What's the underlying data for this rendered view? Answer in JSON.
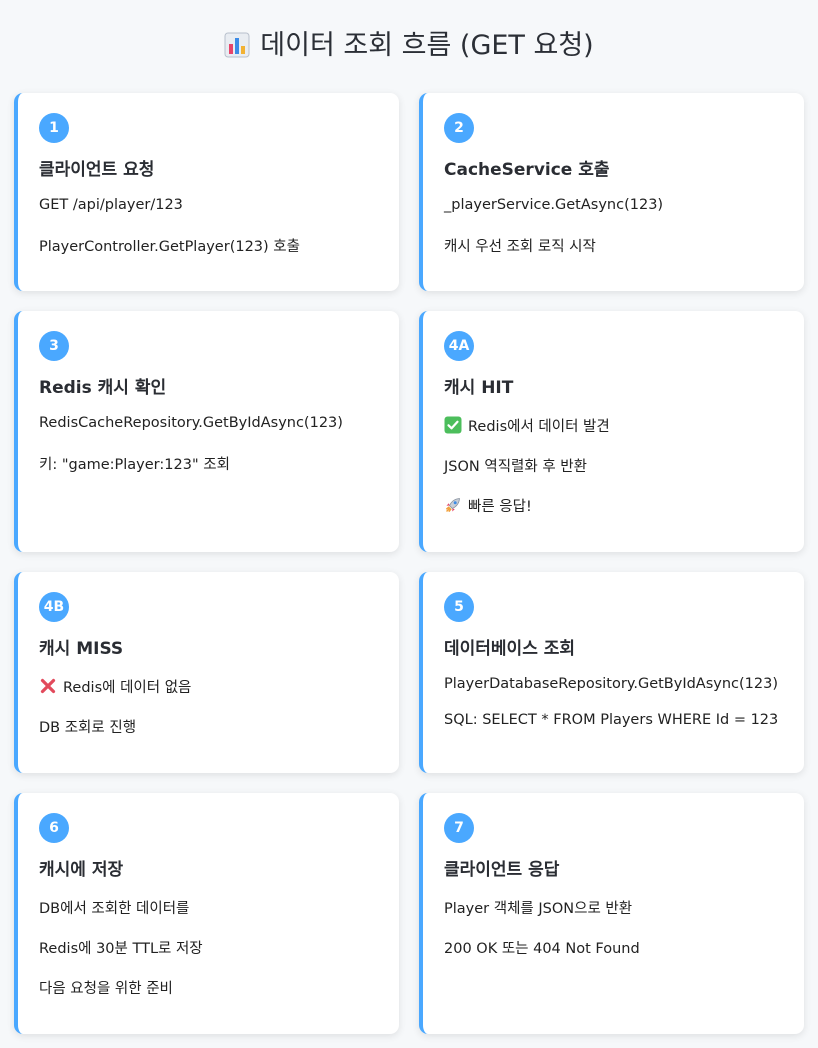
{
  "page": {
    "title": "데이터 조회 흐름 (GET 요청)",
    "title_icon": "bar-chart-icon"
  },
  "colors": {
    "accent": "#4aa8ff",
    "background": "#f6f8fa",
    "card": "#ffffff"
  },
  "steps": [
    {
      "badge": "1",
      "title": "클라이언트 요청",
      "lines": [
        "GET /api/player/123",
        "PlayerController.GetPlayer(123) 호출"
      ]
    },
    {
      "badge": "2",
      "title": "CacheService 호출",
      "lines": [
        "_playerService.GetAsync(123)",
        "캐시 우선 조회 로직 시작"
      ]
    },
    {
      "badge": "3",
      "title": "Redis 캐시 확인",
      "lines": [
        "RedisCacheRepository.GetByIdAsync(123)",
        "키: \"game:Player:123\" 조회"
      ]
    },
    {
      "badge": "4A",
      "title": "캐시 HIT",
      "lines": [
        "Redis에서 데이터 발견",
        "JSON 역직렬화 후 반환",
        "빠른 응답!"
      ],
      "line_icons": [
        "check-mark-icon",
        "",
        "rocket-icon"
      ]
    },
    {
      "badge": "4B",
      "title": "캐시 MISS",
      "lines": [
        "Redis에 데이터 없음",
        "DB 조회로 진행"
      ],
      "line_icons": [
        "cross-mark-icon",
        ""
      ]
    },
    {
      "badge": "5",
      "title": "데이터베이스 조회",
      "lines": [
        "PlayerDatabaseRepository.GetByIdAsync(123)",
        "SQL: SELECT * FROM Players WHERE Id = 123"
      ]
    },
    {
      "badge": "6",
      "title": "캐시에 저장",
      "lines": [
        "DB에서 조회한 데이터를",
        "Redis에 30분 TTL로 저장",
        "다음 요청을 위한 준비"
      ]
    },
    {
      "badge": "7",
      "title": "클라이언트 응답",
      "lines": [
        "Player 객체를 JSON으로 반환",
        "200 OK 또는 404 Not Found"
      ]
    }
  ]
}
